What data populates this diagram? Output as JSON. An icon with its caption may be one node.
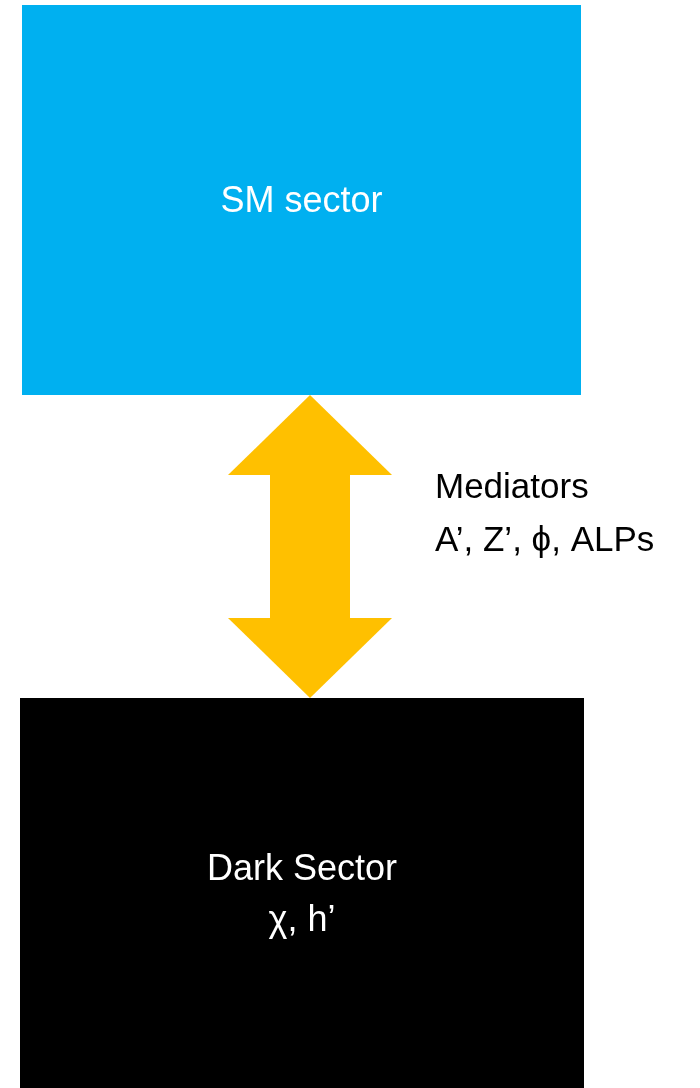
{
  "diagram": {
    "nodes": [
      {
        "text": [
          "SM sector"
        ]
      },
      {
        "text": [
          "Dark Sector",
          "χ, h’"
        ]
      }
    ],
    "edges": [
      {
        "from": 0,
        "to": 1,
        "arrow": "both",
        "label": "Mediators A’, Z’, ϕ, ALPs",
        "color": "#ffc000"
      }
    ]
  }
}
